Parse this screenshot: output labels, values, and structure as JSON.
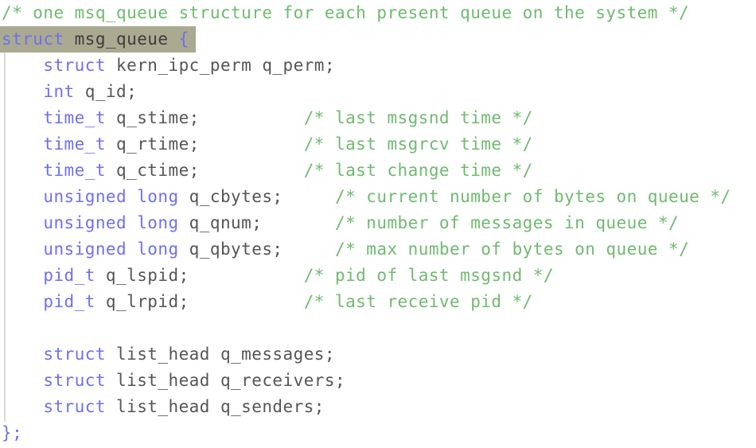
{
  "editor": {
    "language": "c",
    "background_color": "#ffffff",
    "selection_color": "#a9aa90",
    "indent_guide_color": "#d9d9d9",
    "colors": {
      "comment": "#6fba6f",
      "keyword": "#6f6ff0",
      "identifier": "#555555"
    },
    "full_text": "/* one msq_queue structure for each present queue on the system */\nstruct msg_queue {\n    struct kern_ipc_perm q_perm;\n    int q_id;\n    time_t q_stime;          /* last msgsnd time */\n    time_t q_rtime;          /* last msgrcv time */\n    time_t q_ctime;          /* last change time */\n    unsigned long q_cbytes;     /* current number of bytes on queue */\n    unsigned long q_qnum;       /* number of messages in queue */\n    unsigned long q_qbytes;     /* max number of bytes on queue */\n    pid_t q_lspid;           /* pid of last msgsnd */\n    pid_t q_lrpid;           /* last receive pid */\n\n    struct list_head q_messages;\n    struct list_head q_receivers;\n    struct list_head q_senders;\n};",
    "lines": [
      {
        "id": "line-1",
        "highlighted": false,
        "tokens": [
          {
            "kind": "comment",
            "text": "/* one msq_queue structure for each present queue on the system */"
          }
        ]
      },
      {
        "id": "line-2",
        "highlighted": true,
        "tokens": [
          {
            "kind": "keyword",
            "text": "struct"
          },
          {
            "kind": "plain",
            "text": " msg_queue "
          },
          {
            "kind": "punct",
            "text": "{"
          }
        ]
      },
      {
        "id": "line-3",
        "highlighted": false,
        "tokens": [
          {
            "kind": "plain",
            "text": "    "
          },
          {
            "kind": "keyword",
            "text": "struct"
          },
          {
            "kind": "plain",
            "text": " kern_ipc_perm q_perm;"
          }
        ]
      },
      {
        "id": "line-4",
        "highlighted": false,
        "tokens": [
          {
            "kind": "plain",
            "text": "    "
          },
          {
            "kind": "keyword",
            "text": "int"
          },
          {
            "kind": "plain",
            "text": " q_id;"
          }
        ]
      },
      {
        "id": "line-5",
        "highlighted": false,
        "tokens": [
          {
            "kind": "plain",
            "text": "    "
          },
          {
            "kind": "type",
            "text": "time_t"
          },
          {
            "kind": "plain",
            "text": " q_stime;          "
          },
          {
            "kind": "comment",
            "text": "/* last msgsnd time */"
          }
        ]
      },
      {
        "id": "line-6",
        "highlighted": false,
        "tokens": [
          {
            "kind": "plain",
            "text": "    "
          },
          {
            "kind": "type",
            "text": "time_t"
          },
          {
            "kind": "plain",
            "text": " q_rtime;          "
          },
          {
            "kind": "comment",
            "text": "/* last msgrcv time */"
          }
        ]
      },
      {
        "id": "line-7",
        "highlighted": false,
        "tokens": [
          {
            "kind": "plain",
            "text": "    "
          },
          {
            "kind": "type",
            "text": "time_t"
          },
          {
            "kind": "plain",
            "text": " q_ctime;          "
          },
          {
            "kind": "comment",
            "text": "/* last change time */"
          }
        ]
      },
      {
        "id": "line-8",
        "highlighted": false,
        "tokens": [
          {
            "kind": "plain",
            "text": "    "
          },
          {
            "kind": "keyword",
            "text": "unsigned long"
          },
          {
            "kind": "plain",
            "text": " q_cbytes;     "
          },
          {
            "kind": "comment",
            "text": "/* current number of bytes on queue */"
          }
        ]
      },
      {
        "id": "line-9",
        "highlighted": false,
        "tokens": [
          {
            "kind": "plain",
            "text": "    "
          },
          {
            "kind": "keyword",
            "text": "unsigned long"
          },
          {
            "kind": "plain",
            "text": " q_qnum;       "
          },
          {
            "kind": "comment",
            "text": "/* number of messages in queue */"
          }
        ]
      },
      {
        "id": "line-10",
        "highlighted": false,
        "tokens": [
          {
            "kind": "plain",
            "text": "    "
          },
          {
            "kind": "keyword",
            "text": "unsigned long"
          },
          {
            "kind": "plain",
            "text": " q_qbytes;     "
          },
          {
            "kind": "comment",
            "text": "/* max number of bytes on queue */"
          }
        ]
      },
      {
        "id": "line-11",
        "highlighted": false,
        "tokens": [
          {
            "kind": "plain",
            "text": "    "
          },
          {
            "kind": "type",
            "text": "pid_t"
          },
          {
            "kind": "plain",
            "text": " q_lspid;           "
          },
          {
            "kind": "comment",
            "text": "/* pid of last msgsnd */"
          }
        ]
      },
      {
        "id": "line-12",
        "highlighted": false,
        "tokens": [
          {
            "kind": "plain",
            "text": "    "
          },
          {
            "kind": "type",
            "text": "pid_t"
          },
          {
            "kind": "plain",
            "text": " q_lrpid;           "
          },
          {
            "kind": "comment",
            "text": "/* last receive pid */"
          }
        ]
      },
      {
        "id": "line-13",
        "highlighted": false,
        "tokens": [
          {
            "kind": "plain",
            "text": ""
          }
        ]
      },
      {
        "id": "line-14",
        "highlighted": false,
        "tokens": [
          {
            "kind": "plain",
            "text": "    "
          },
          {
            "kind": "keyword",
            "text": "struct"
          },
          {
            "kind": "plain",
            "text": " list_head q_messages;"
          }
        ]
      },
      {
        "id": "line-15",
        "highlighted": false,
        "tokens": [
          {
            "kind": "plain",
            "text": "    "
          },
          {
            "kind": "keyword",
            "text": "struct"
          },
          {
            "kind": "plain",
            "text": " list_head q_receivers;"
          }
        ]
      },
      {
        "id": "line-16",
        "highlighted": false,
        "tokens": [
          {
            "kind": "plain",
            "text": "    "
          },
          {
            "kind": "keyword",
            "text": "struct"
          },
          {
            "kind": "plain",
            "text": " list_head q_senders;"
          }
        ]
      },
      {
        "id": "line-17",
        "highlighted": false,
        "tokens": [
          {
            "kind": "punct",
            "text": "};"
          }
        ]
      }
    ]
  }
}
